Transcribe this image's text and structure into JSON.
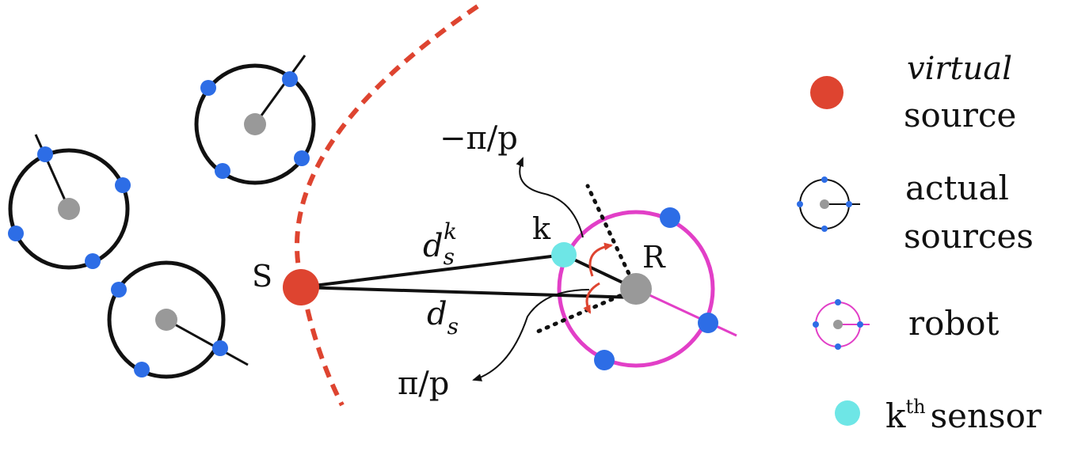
{
  "labels": {
    "virtual_source": "S",
    "robot": "R",
    "sensor": "k",
    "neg_angle": "−π/p",
    "pos_angle": "π/p",
    "dist_k_base": "d",
    "dist_k_sub": "s",
    "dist_k_sup": "k",
    "dist_base": "d",
    "dist_sub": "s"
  },
  "legend": {
    "virtual_source_line1": "virtual",
    "virtual_source_line2": "source",
    "actual_sources_line1": "actual",
    "actual_sources_line2": "sources",
    "robot": "robot",
    "sensor_k": "k",
    "sensor_th": "th",
    "sensor_word": "sensor"
  },
  "colors": {
    "virtual_source": "#de4430",
    "virtual_arc": "#de4430",
    "source_outline": "#111111",
    "robot_outline": "#e23fc7",
    "sensor_node": "#2d6de6",
    "kth_sensor": "#6ee6e6",
    "center_node": "#999999",
    "arrow_red": "#de4430",
    "dotted_boundary": "#111111"
  }
}
